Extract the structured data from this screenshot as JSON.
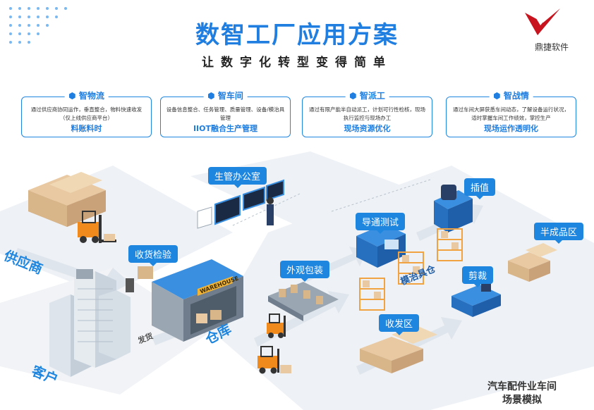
{
  "header": {
    "title": "数智工厂应用方案",
    "subtitle": "让数字化转型变得简单"
  },
  "logo": {
    "text": "鼎捷软件",
    "color": "#c8141e"
  },
  "colors": {
    "accent": "#1f86e0",
    "floor": "#eef1f5"
  },
  "cards": [
    {
      "heading": "智物流",
      "desc": "通过供应商协同运作，垂直整合，物料快速收发（仅上线供应商平台）",
      "keyword": "料账料时"
    },
    {
      "heading": "智车间",
      "desc": "设备信息整合、任务管理、质量管理、设备/模治具管理",
      "keyword": "IIOT融合生产管理"
    },
    {
      "heading": "智派工",
      "desc": "通过有限产能半自动派工，计划可行性检核，现场执行监控与现场办工",
      "keyword": "现场资源优化"
    },
    {
      "heading": "智战情",
      "desc": "通过车间大屏获悉车间动态，了解设备运行状况，适时掌握车间工作绩效，掌控生产",
      "keyword": "现场运作透明化"
    }
  ],
  "labels": {
    "office": "生管办公室",
    "receiving": "收货检验",
    "packaging": "外观包装",
    "testing": "导通测试",
    "insert": "插值",
    "wip": "半成品区",
    "cutting": "剪裁",
    "shipping": "收发区"
  },
  "areas": {
    "supplier": "供应商",
    "customer": "客户",
    "warehouse": "仓库",
    "delivery": "发货",
    "mold": "模治具仓",
    "warehouse_sign": "WAREHOUSE"
  },
  "footer": {
    "line1": "汽车配件业车间",
    "line2": "场景模拟"
  }
}
